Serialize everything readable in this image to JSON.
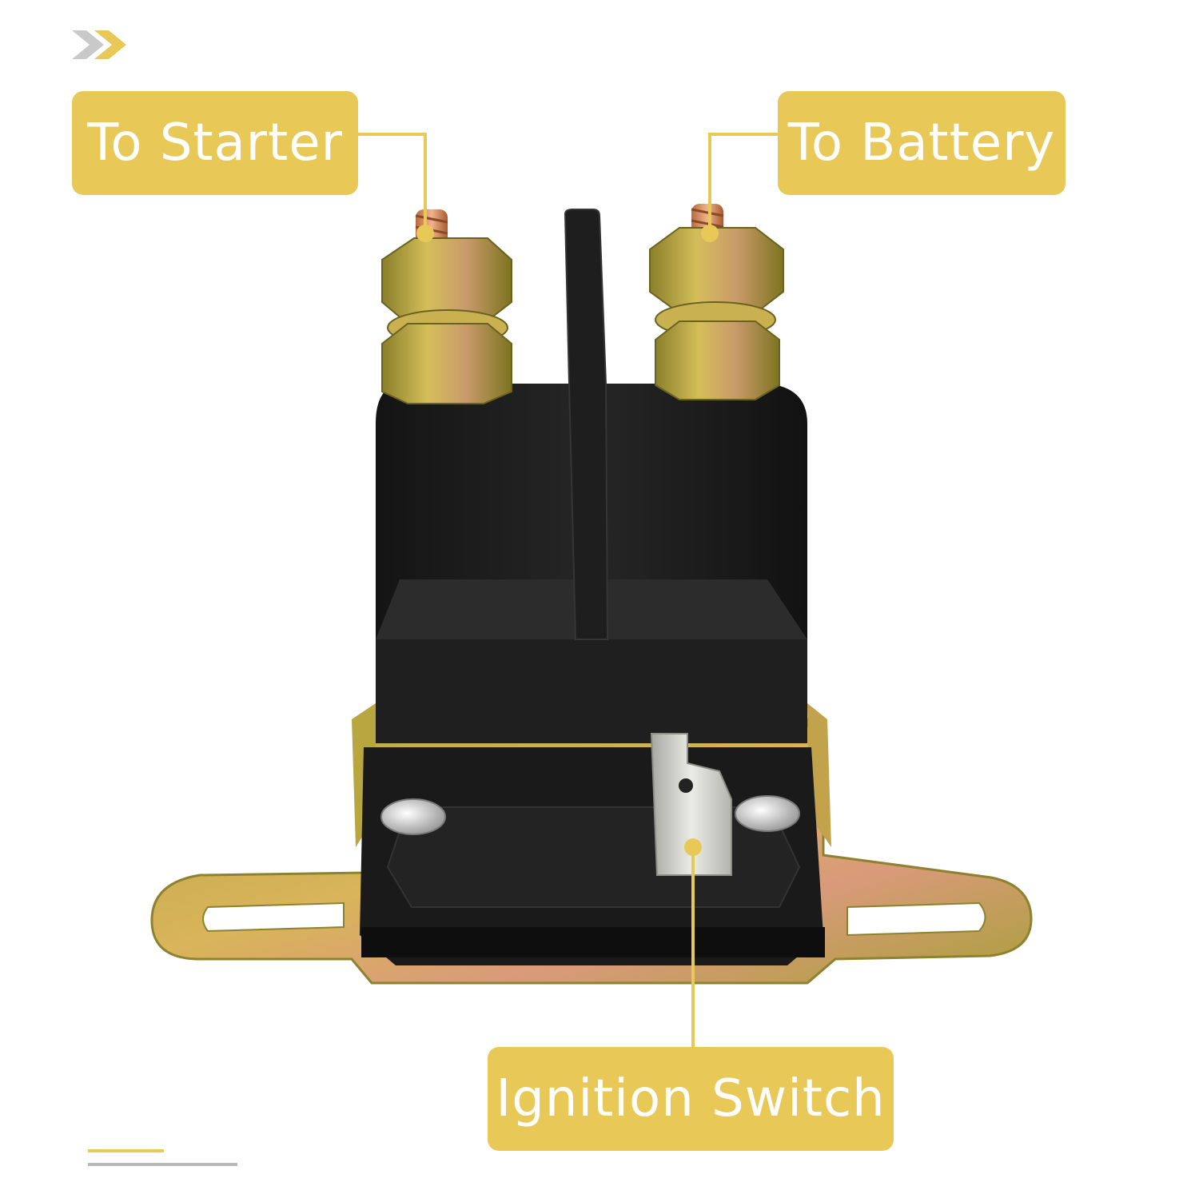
{
  "labels": {
    "to_starter": "To Starter",
    "to_battery": "To Battery",
    "ignition_switch": "Ignition Switch"
  },
  "icons": {
    "header": "double-chevron-right-icon"
  },
  "colors": {
    "accent": "#e8c958",
    "chevron_gray": "#c9c9c9",
    "housing": "#1c1c1c",
    "bracket": "#c9b24a",
    "copper": "#d9875a",
    "terminal": "#d9d9d4",
    "divider_gray": "#b9b9b9"
  }
}
